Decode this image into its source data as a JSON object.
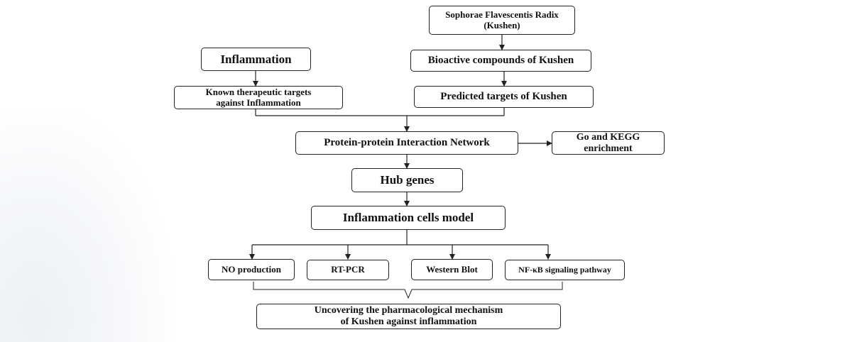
{
  "nodes": {
    "kushen": "Sophorae Flavescentis Radix\n(Kushen)",
    "inflammation": "Inflammation",
    "bioactive": "Bioactive compounds of Kushen",
    "known_targets": "Known therapeutic targets\nagainst Inflammation",
    "predicted_targets": "Predicted targets of Kushen",
    "ppi": "Protein-protein Interaction Network",
    "go_kegg": "Go and KEGG\nenrichment",
    "hub_genes": "Hub genes",
    "cells_model": "Inflammation cells model",
    "no_production": "NO production",
    "rt_pcr": "RT-PCR",
    "western_blot": "Western Blot",
    "nfkb": "NF-κB signaling pathway",
    "conclusion": "Uncovering the pharmacological mechanism\nof Kushen against inflammation"
  }
}
